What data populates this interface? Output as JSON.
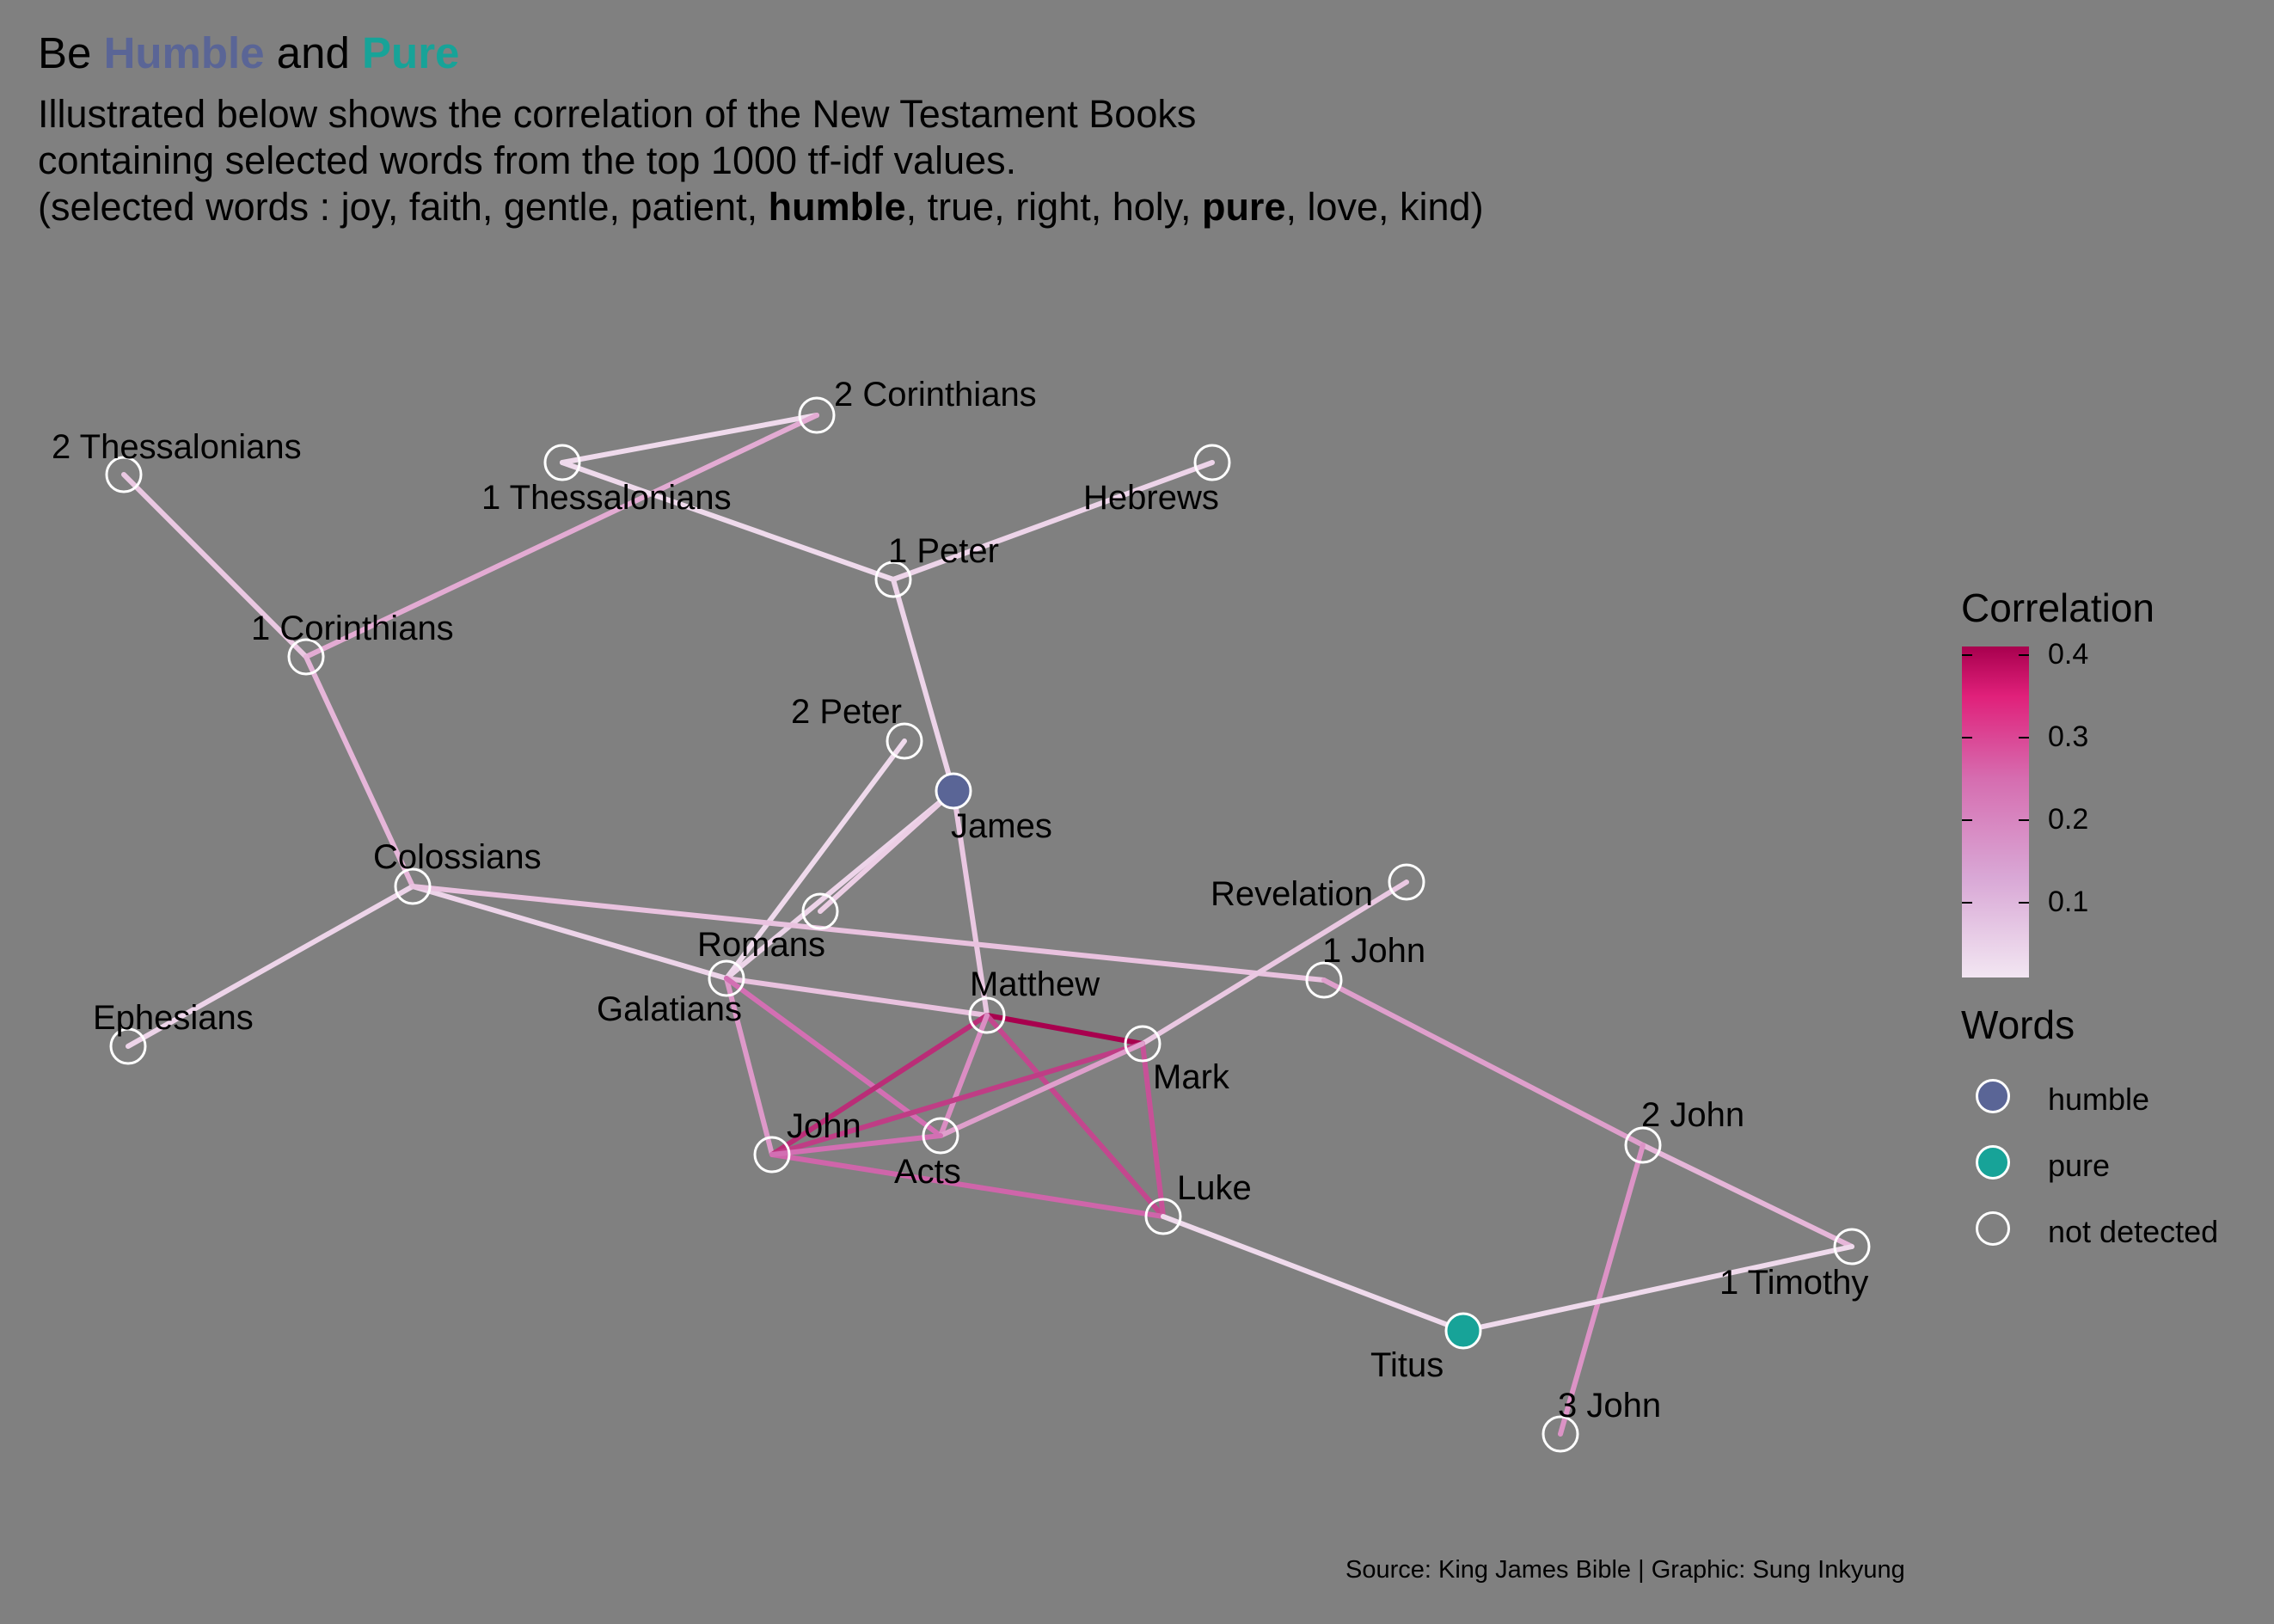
{
  "title": {
    "prefix": "Be ",
    "word1": "Humble",
    "middle": " and ",
    "word2": "Pure"
  },
  "subtitle": {
    "line1": "Illustrated below shows the correlation of the New Testament Books",
    "line2": "containing selected words from the top 1000 tf-idf values.",
    "line3_a": "(selected words : joy, faith, gentle, patient, ",
    "line3_b": "humble",
    "line3_c": ", true, right, holy, ",
    "line3_d": "pure",
    "line3_e": ", love, kind)"
  },
  "caption": "Source: King James Bible | Graphic: Sung Inkyung",
  "colors": {
    "background": "#808080",
    "humble": "#5a6596",
    "pure": "#17a398",
    "not_detected_stroke": "#ffffff",
    "corr_low": "#f2e6f2",
    "corr_mid": "#d36fb3",
    "corr_high": "#a8004e"
  },
  "legend": {
    "correlation_title": "Correlation",
    "correlation_ticks": [
      "0.4",
      "0.3",
      "0.2",
      "0.1"
    ],
    "words_title": "Words",
    "words": [
      {
        "label": "humble",
        "color": "#5a6596",
        "filled": true
      },
      {
        "label": "pure",
        "color": "#17a398",
        "filled": true
      },
      {
        "label": "not detected",
        "color": "#808080",
        "filled": false
      }
    ]
  },
  "nodes": [
    {
      "id": "2 Corinthians",
      "word": "not detected"
    },
    {
      "id": "2 Thessalonians",
      "word": "not detected"
    },
    {
      "id": "1 Thessalonians",
      "word": "not detected"
    },
    {
      "id": "Hebrews",
      "word": "not detected"
    },
    {
      "id": "1 Peter",
      "word": "not detected"
    },
    {
      "id": "1 Corinthians",
      "word": "not detected"
    },
    {
      "id": "2 Peter",
      "word": "not detected"
    },
    {
      "id": "James",
      "word": "humble"
    },
    {
      "id": "Colossians",
      "word": "not detected"
    },
    {
      "id": "Revelation",
      "word": "not detected"
    },
    {
      "id": "Romans",
      "word": "not detected"
    },
    {
      "id": "Galatians",
      "word": "not detected"
    },
    {
      "id": "1 John",
      "word": "not detected"
    },
    {
      "id": "Ephesians",
      "word": "not detected"
    },
    {
      "id": "Matthew",
      "word": "not detected"
    },
    {
      "id": "Mark",
      "word": "not detected"
    },
    {
      "id": "John",
      "word": "not detected"
    },
    {
      "id": "Acts",
      "word": "not detected"
    },
    {
      "id": "2 John",
      "word": "not detected"
    },
    {
      "id": "Luke",
      "word": "not detected"
    },
    {
      "id": "1 Timothy",
      "word": "not detected"
    },
    {
      "id": "Titus",
      "word": "pure"
    },
    {
      "id": "3 John",
      "word": "not detected"
    }
  ],
  "edges": [
    {
      "from": "1 Thessalonians",
      "to": "2 Corinthians",
      "corr": 0.02
    },
    {
      "from": "1 Corinthians",
      "to": "2 Corinthians",
      "corr": 0.1
    },
    {
      "from": "1 Thessalonians",
      "to": "1 Peter",
      "corr": 0.02
    },
    {
      "from": "Hebrews",
      "to": "1 Peter",
      "corr": 0.03
    },
    {
      "from": "2 Thessalonians",
      "to": "1 Corinthians",
      "corr": 0.05
    },
    {
      "from": "1 Corinthians",
      "to": "Colossians",
      "corr": 0.08
    },
    {
      "from": "1 Peter",
      "to": "James",
      "corr": 0.03
    },
    {
      "from": "James",
      "to": "Matthew",
      "corr": 0.05
    },
    {
      "from": "2 Peter",
      "to": "Galatians",
      "corr": 0.02
    },
    {
      "from": "James",
      "to": "Galatians",
      "corr": 0.03
    },
    {
      "from": "James",
      "to": "Romans",
      "corr": 0.04
    },
    {
      "from": "Colossians",
      "to": "Ephesians",
      "corr": 0.03
    },
    {
      "from": "Colossians",
      "to": "Galatians",
      "corr": 0.03
    },
    {
      "from": "Colossians",
      "to": "1 John",
      "corr": 0.06
    },
    {
      "from": "1 John",
      "to": "2 John",
      "corr": 0.12
    },
    {
      "from": "2 John",
      "to": "1 Timothy",
      "corr": 0.08
    },
    {
      "from": "2 John",
      "to": "3 John",
      "corr": 0.14
    },
    {
      "from": "Revelation",
      "to": "Mark",
      "corr": 0.05
    },
    {
      "from": "Galatians",
      "to": "Matthew",
      "corr": 0.06
    },
    {
      "from": "Galatians",
      "to": "John",
      "corr": 0.13
    },
    {
      "from": "Galatians",
      "to": "Acts",
      "corr": 0.2
    },
    {
      "from": "Matthew",
      "to": "Mark",
      "corr": 0.42
    },
    {
      "from": "Matthew",
      "to": "John",
      "corr": 0.33
    },
    {
      "from": "Matthew",
      "to": "Luke",
      "corr": 0.28
    },
    {
      "from": "Matthew",
      "to": "Acts",
      "corr": 0.15
    },
    {
      "from": "Mark",
      "to": "John",
      "corr": 0.3
    },
    {
      "from": "Mark",
      "to": "Luke",
      "corr": 0.26
    },
    {
      "from": "Mark",
      "to": "Acts",
      "corr": 0.12
    },
    {
      "from": "John",
      "to": "Luke",
      "corr": 0.22
    },
    {
      "from": "John",
      "to": "Acts",
      "corr": 0.2
    },
    {
      "from": "Luke",
      "to": "Titus",
      "corr": 0.02
    },
    {
      "from": "Titus",
      "to": "1 Timothy",
      "corr": 0.02
    }
  ]
}
